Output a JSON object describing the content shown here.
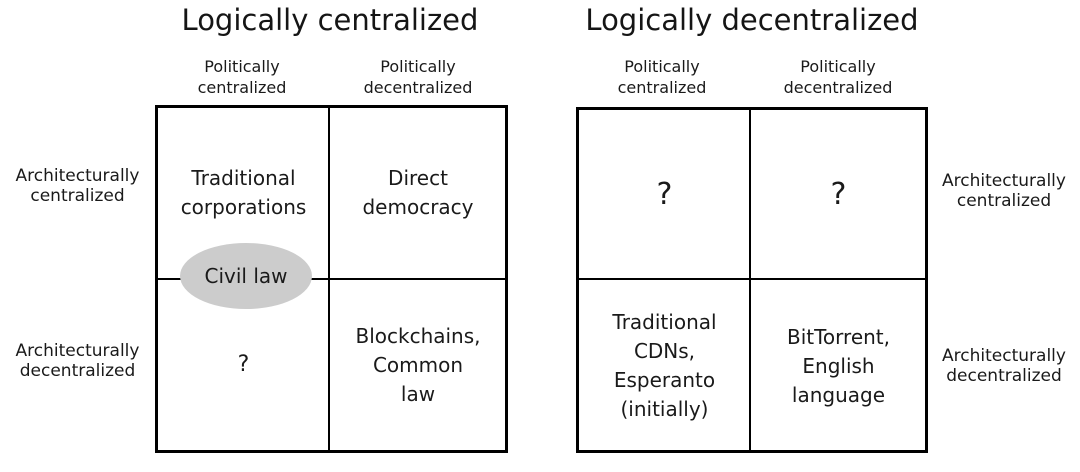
{
  "colors": {
    "background": "#ffffff",
    "text": "#1a1a1a",
    "line": "#000000",
    "ellipse_fill": "#cccccc"
  },
  "matrices": [
    {
      "title": "Logically centralized",
      "columns": [
        "Politically\ncentralized",
        "Politically\ndecentralized"
      ],
      "rows": [
        "Architecturally\ncentralized",
        "Architecturally\ndecentralized"
      ],
      "cells": {
        "top_left": "Traditional\ncorporations",
        "top_right": "Direct\ndemocracy",
        "bottom_left": "?",
        "bottom_right": "Blockchains,\nCommon\nlaw"
      },
      "overlay_label": "Civil law"
    },
    {
      "title": "Logically decentralized",
      "columns": [
        "Politically\ncentralized",
        "Politically\ndecentralized"
      ],
      "rows": [
        "Architecturally\ncentralized",
        "Architecturally\ndecentralized"
      ],
      "cells": {
        "top_left": "?",
        "top_right": "?",
        "bottom_left": "Traditional\nCDNs,\nEsperanto\n(initially)",
        "bottom_right": "BitTorrent,\nEnglish\nlanguage"
      }
    }
  ]
}
